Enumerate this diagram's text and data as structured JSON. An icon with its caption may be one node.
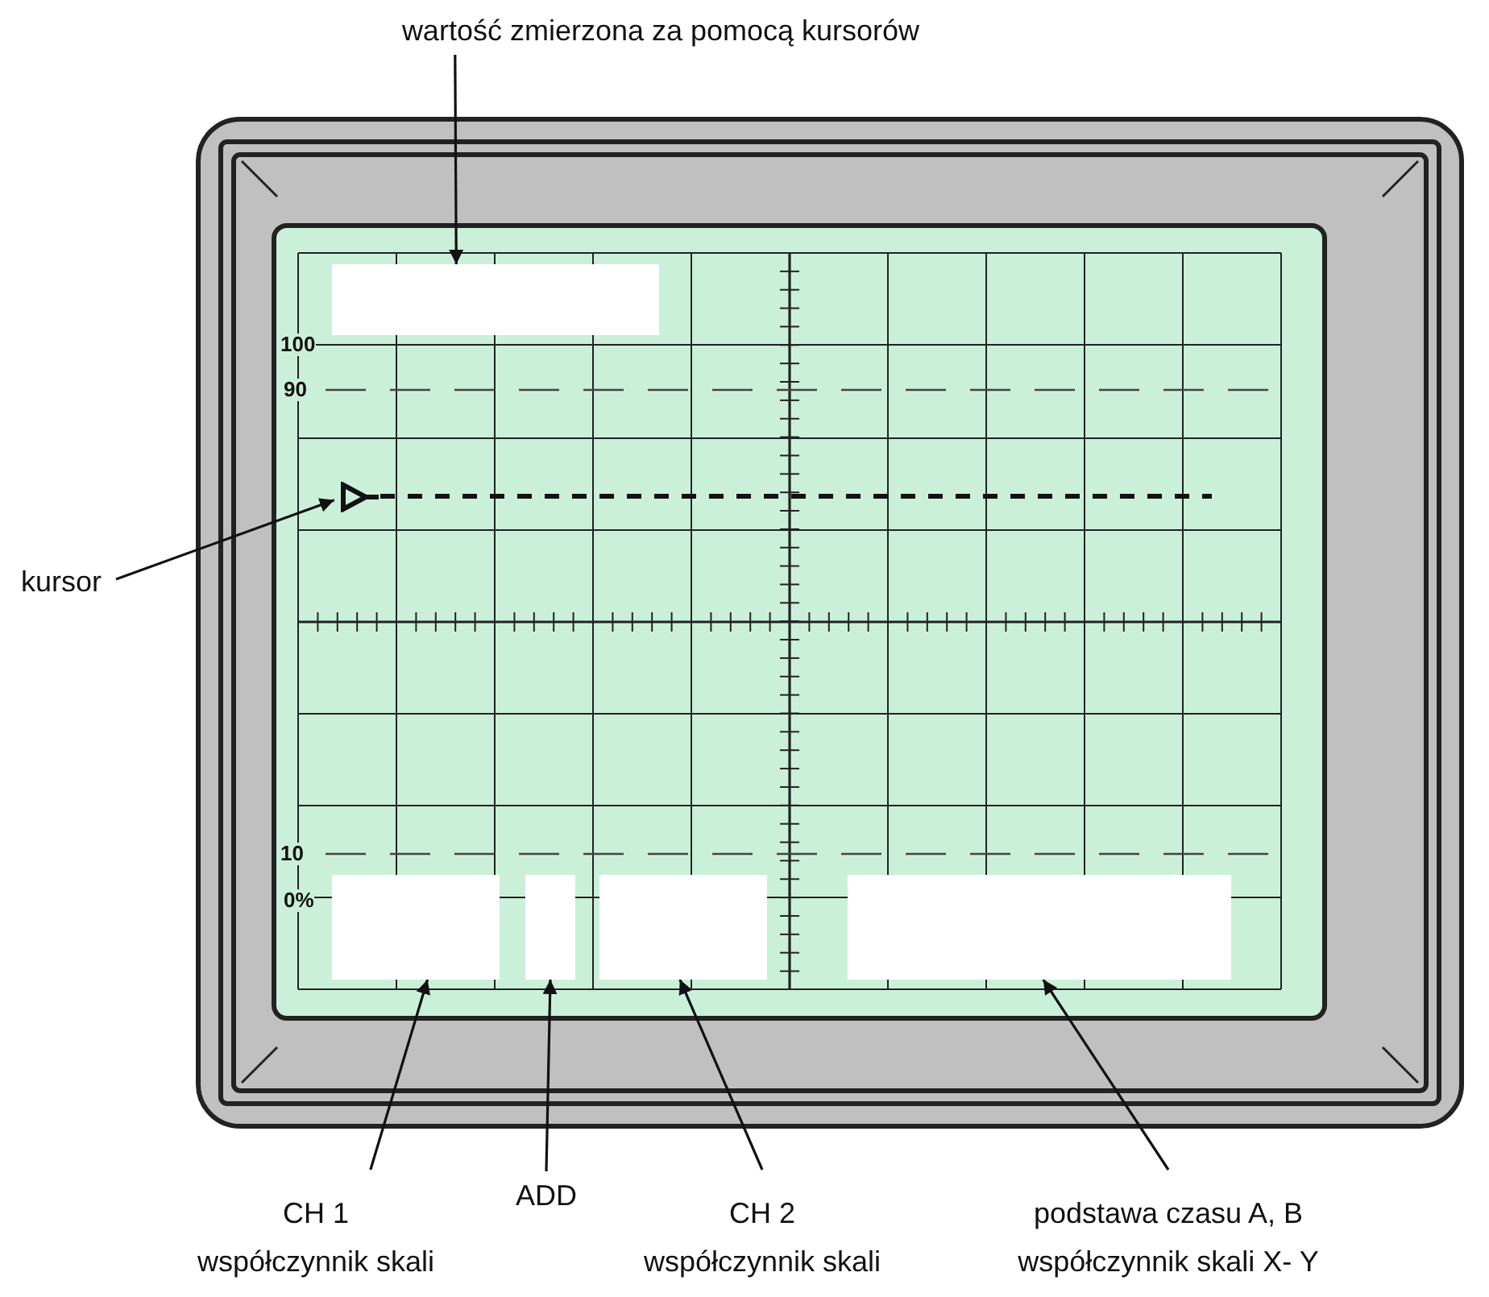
{
  "diagram": {
    "nodes": [
      {
        "text": [
          "wartość zmierzona za pomocą kursorów"
        ]
      },
      {
        "text": [],
        "shape": "box"
      },
      {
        "text": [
          "kursor"
        ]
      },
      {
        "text": [],
        "shape": "triangle"
      },
      {
        "text": [
          "CH 1",
          "współczynnik skali"
        ]
      },
      {
        "text": [],
        "shape": "box"
      },
      {
        "text": [
          "ADD"
        ]
      },
      {
        "text": [],
        "shape": "box"
      },
      {
        "text": [
          "CH 2",
          "współczynnik skali"
        ]
      },
      {
        "text": [],
        "shape": "box"
      },
      {
        "text": [
          "podstawa czasu A, B",
          "współczynnik skali X- Y"
        ]
      },
      {
        "text": [],
        "shape": "box"
      }
    ],
    "edges": [
      {
        "from": 0,
        "to": 1,
        "arrow": "to"
      },
      {
        "from": 2,
        "to": 3,
        "arrow": "to"
      },
      {
        "from": 4,
        "to": 5,
        "arrow": "to"
      },
      {
        "from": 6,
        "to": 7,
        "arrow": "to"
      },
      {
        "from": 8,
        "to": 9,
        "arrow": "to"
      },
      {
        "from": 10,
        "to": 11,
        "arrow": "to"
      }
    ],
    "labels": [
      "100",
      "90",
      "10",
      "0%"
    ]
  }
}
